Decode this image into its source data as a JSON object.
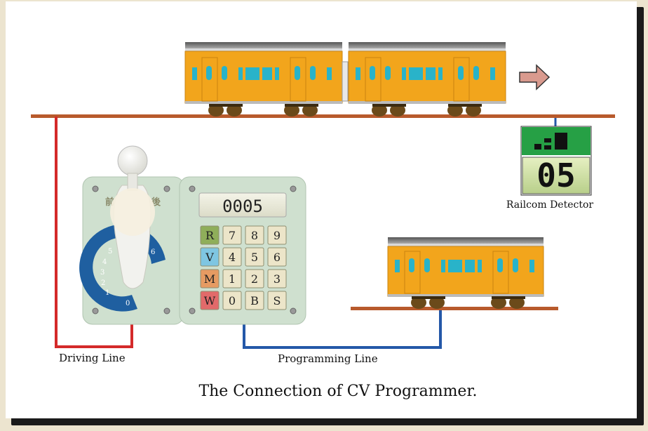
{
  "diagram": {
    "caption": "The Connection of CV Programmer.",
    "labels": {
      "driving_line": "Driving Line",
      "programming_line": "Programming Line",
      "railcom_detector": "Railcom Detector"
    },
    "throttle": {
      "front_kanji": "前",
      "back_kanji": "後",
      "dial_numbers": [
        "0",
        "1",
        "2",
        "3",
        "4",
        "5",
        "6"
      ]
    },
    "programmer": {
      "display": "0005",
      "keys": [
        [
          "R",
          "7",
          "8",
          "9"
        ],
        [
          "V",
          "4",
          "5",
          "6"
        ],
        [
          "M",
          "1",
          "2",
          "3"
        ],
        [
          "W",
          "0",
          "B",
          "S"
        ]
      ]
    },
    "detector": {
      "readout": "05"
    },
    "colors": {
      "rail": "#b85a2c",
      "driving_line": "#d42a2a",
      "programming_line": "#2458a8",
      "train_body": "#f2a51c",
      "train_window": "#29b3c9",
      "throttle_panel": "#cfe0cf",
      "dial": "#1f5fa0",
      "key_r": "#8fae5a",
      "key_v": "#7fc6e2",
      "key_m": "#e69b62",
      "key_w": "#e26a6a",
      "key_default": "#ece5c9",
      "detector_green": "#26a045",
      "arrow": "#d99a8e"
    },
    "icons": {
      "direction_arrow": "right-arrow-icon"
    }
  }
}
